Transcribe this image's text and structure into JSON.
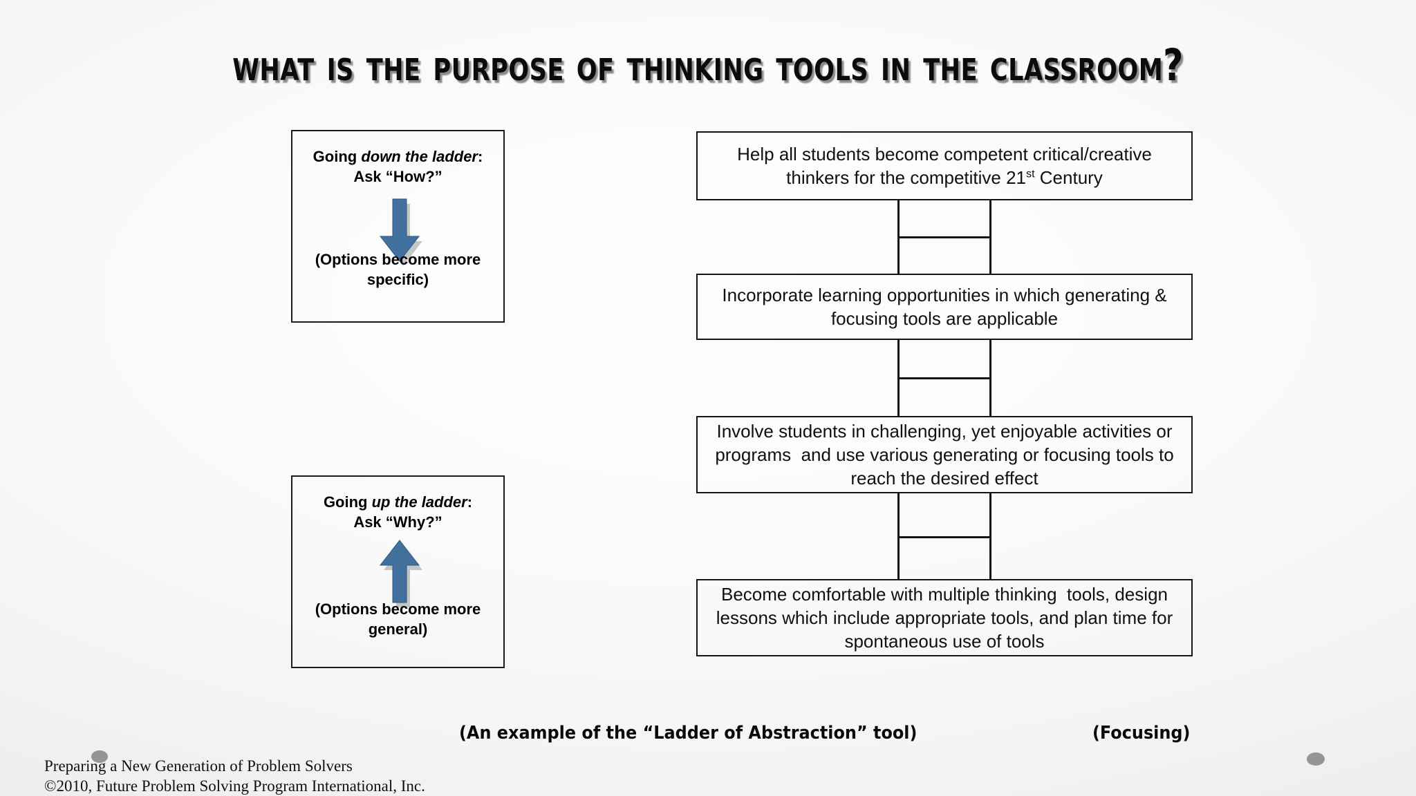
{
  "slide": {
    "title": "What is the purpose of thinking tools in the classroom?",
    "background_edge_color": "#e4e4e4",
    "background_center_color": "#fdfdfd",
    "accent_color": "#41719c",
    "border_color": "#141414"
  },
  "left_panel": {
    "down_box": {
      "head_prefix": "Going ",
      "head_emphasis": "down the ladder",
      "head_suffix": ":",
      "head_line2": "Ask “How?”",
      "arrow": "down-arrow-icon",
      "arrow_color": "#41719c",
      "foot_line1": "(Options become more",
      "foot_line2": "specific)"
    },
    "up_box": {
      "head_prefix": "Going ",
      "head_emphasis": "up the ladder",
      "head_suffix": ":",
      "head_line2": "Ask “Why?”",
      "arrow": "up-arrow-icon",
      "arrow_color": "#41719c",
      "foot_line1": "(Options become more",
      "foot_line2": "general)"
    }
  },
  "flowchart": {
    "steps": [
      {
        "line1": "Help all students become competent critical/creative",
        "line2_pre": "thinkers for the competitive 21",
        "line2_sup": "st",
        "line2_post": " Century"
      },
      {
        "line1": "Incorporate learning opportunities in which generating &",
        "line2": "focusing tools are applicable"
      },
      {
        "line1": "Involve students in challenging, yet enjoyable activities or",
        "line2": "programs  and use various generating or focusing tools to",
        "line3": "reach the desired effect"
      },
      {
        "line1": "Become comfortable with multiple thinking  tools, design",
        "line2": "lessons which include appropriate tools, and plan time for",
        "line3": "spontaneous use of tools"
      }
    ]
  },
  "captions": {
    "ladder": "(An example of the “Ladder of Abstraction” tool)",
    "focusing": "(Focusing)"
  },
  "footer": {
    "line1": "Preparing a New Generation of Problem Solvers",
    "line2": "©2010, Future Problem Solving Program International, Inc."
  }
}
